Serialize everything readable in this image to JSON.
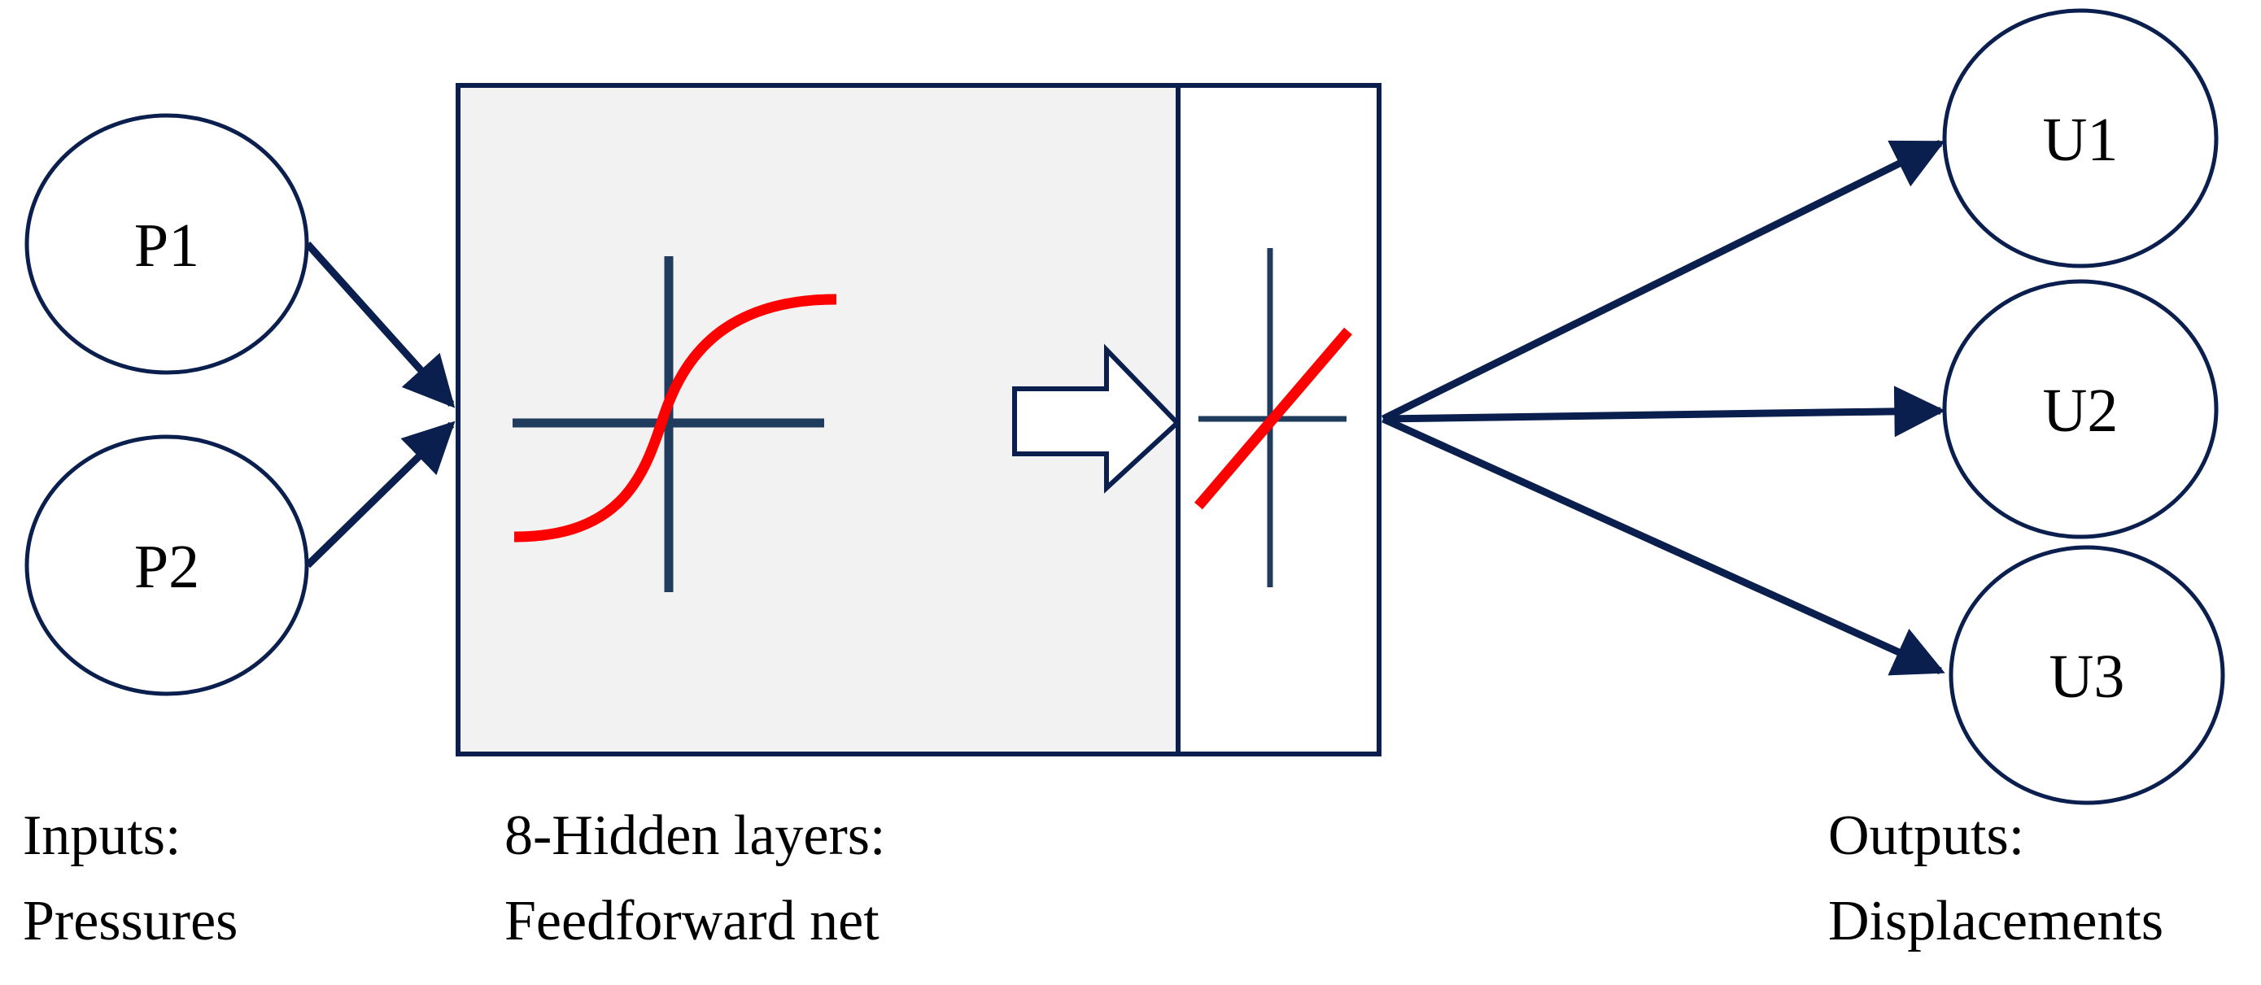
{
  "inputs": {
    "nodes": [
      "P1",
      "P2"
    ],
    "caption_line1": "Inputs:",
    "caption_line2": "Pressures"
  },
  "hidden": {
    "caption_line1": "8-Hidden layers:",
    "caption_line2": "Feedforward net"
  },
  "outputs": {
    "nodes": [
      "U1",
      "U2",
      "U3"
    ],
    "caption_line1": "Outputs:",
    "caption_line2": "Displacements"
  },
  "colors": {
    "navy": "#0b1f4f",
    "activation": "#ff0000",
    "hidden_fill": "#f2f2f2"
  }
}
